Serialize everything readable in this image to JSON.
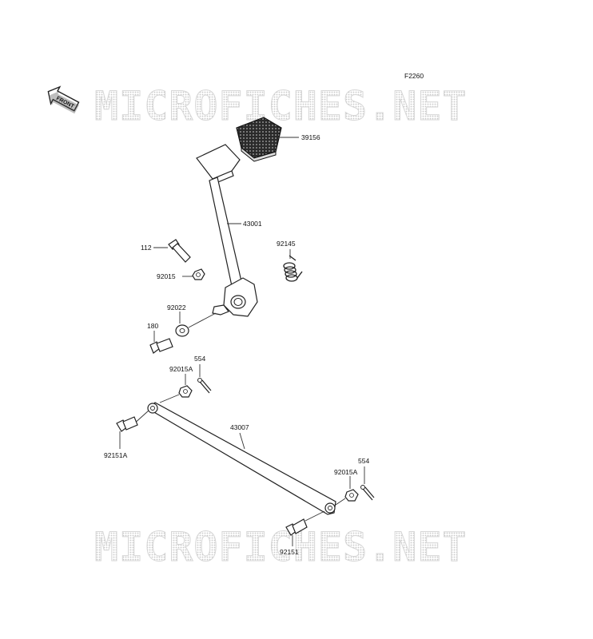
{
  "diagram": {
    "figure_code": "F2260",
    "front_label": "FRONT",
    "watermark": "MICROFICHES.NET",
    "parts": {
      "p39156": "39156",
      "p43001": "43001",
      "p112": "112",
      "p92145": "92145",
      "p92015": "92015",
      "p92022": "92022",
      "p180": "180",
      "p554_top": "554",
      "p92015A_top": "92015A",
      "p43007": "43007",
      "p92151A": "92151A",
      "p554_bottom": "554",
      "p92015A_bottom": "92015A",
      "p92151": "92151"
    }
  }
}
